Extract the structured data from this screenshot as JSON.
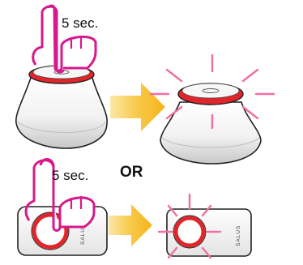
{
  "steps": {
    "hold_label_top": "5 sec.",
    "hold_label_bottom": "5 sec.",
    "separator": "OR",
    "brand_left": "SALUS",
    "brand_right": "SALUS"
  },
  "colors": {
    "finger_outline": "#d6198c",
    "ring_red": "#e1262b",
    "flash_pink": "#f06ea3",
    "arrow_yellow": "#f5b41a",
    "device_outline": "#222222"
  },
  "icons": {
    "finger": "pointing-hand-icon",
    "arrow": "right-arrow-icon",
    "flash": "flash-rays-icon"
  }
}
